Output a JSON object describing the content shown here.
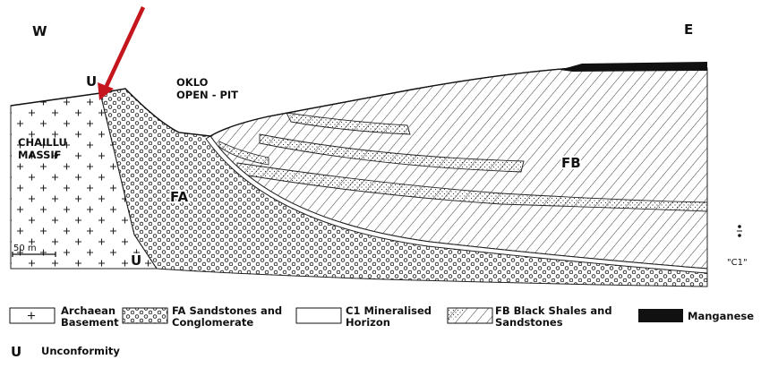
{
  "section": {
    "west": "W",
    "east": "E",
    "pit_line1": "OKLO",
    "pit_line2": "OPEN - PIT",
    "unconformity_top": "U",
    "unconformity_bottom": "U",
    "massif_line1": "CHAILLU",
    "massif_line2": "MASSIF",
    "fa": "FA",
    "fb": "FB",
    "scale": "50 m",
    "c1": "\"C1\""
  },
  "legend": {
    "archaean_1": "Archaean",
    "archaean_2": "Basement",
    "fa_1": "FA Sandstones and",
    "fa_2": "Conglomerate",
    "c1_1": "C1 Mineralised",
    "c1_2": "Horizon",
    "fb_1": "FB Black Shales and",
    "fb_2": "Sandstones",
    "manganese": "Manganese",
    "unconformity_symbol": "U",
    "unconformity": "Unconformity"
  },
  "colors": {
    "arrow": "#c4161c",
    "ink": "#111111",
    "manganese": "#111111"
  }
}
